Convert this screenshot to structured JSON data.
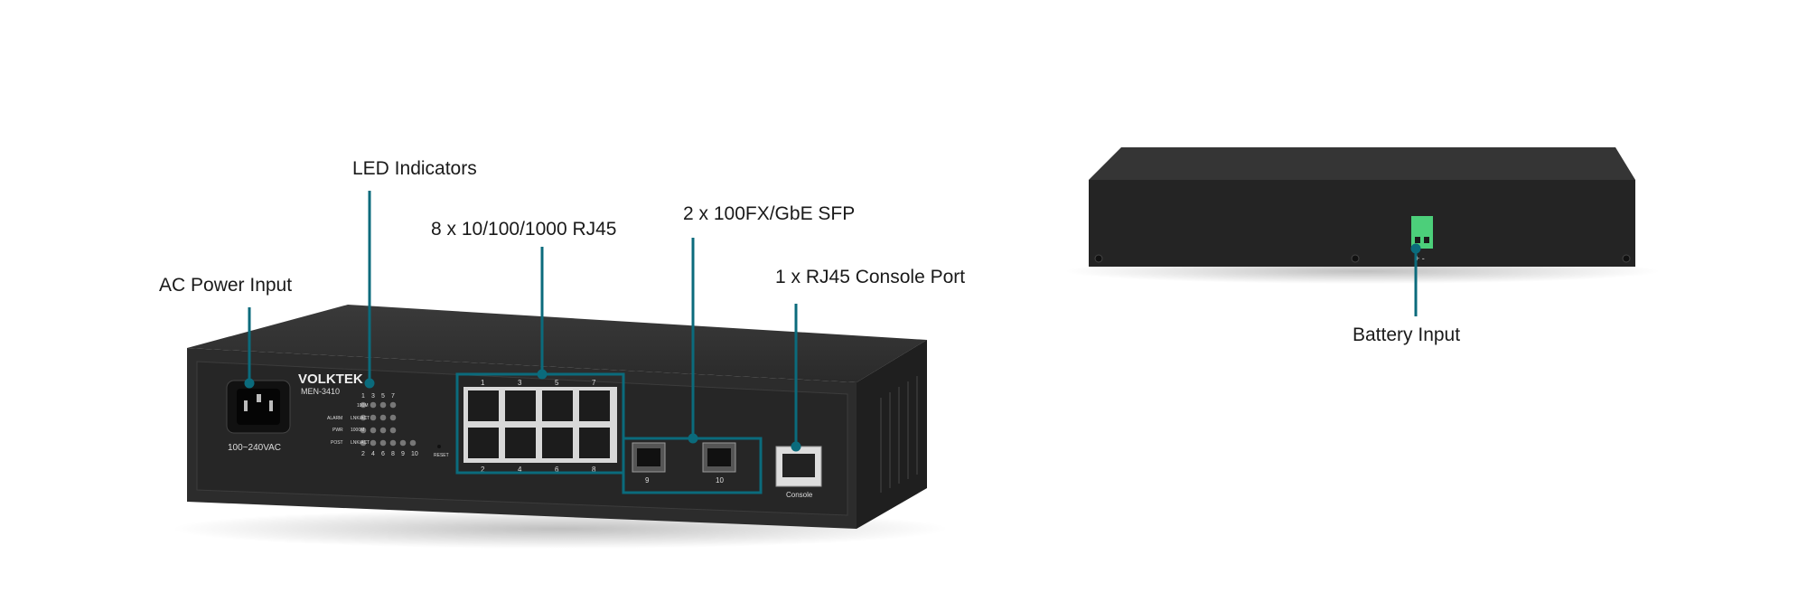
{
  "callouts": {
    "led_indicators": "LED Indicators",
    "rj45_ports": "8 x 10/100/1000 RJ45",
    "sfp_ports": "2 x 100FX/GbE SFP",
    "console_port": "1 x RJ45 Console Port",
    "ac_power": "AC Power Input",
    "battery_input": "Battery Input"
  },
  "device": {
    "brand": "VOLKTEK",
    "model": "MEN-3410",
    "voltage": "100~240VAC",
    "reset": "RESET",
    "console": "Console",
    "led_labels": [
      "100M",
      "ALARM",
      "LNK/ACT",
      "PWR",
      "1000M",
      "POST",
      "LNK/ACT"
    ],
    "led_top_numbers": [
      "1",
      "3",
      "5",
      "7"
    ],
    "led_bottom_numbers": [
      "2",
      "4",
      "6",
      "8",
      "9",
      "10"
    ],
    "port_top_numbers": [
      "1",
      "3",
      "5",
      "7"
    ],
    "port_bottom_numbers": [
      "2",
      "4",
      "6",
      "8"
    ],
    "sfp_numbers": [
      "9",
      "10"
    ],
    "terminal_polarity": "+ -"
  },
  "colors": {
    "accent": "#0b6b7c",
    "chassis": "#2b2b2b",
    "terminal": "#4ccf7a"
  }
}
